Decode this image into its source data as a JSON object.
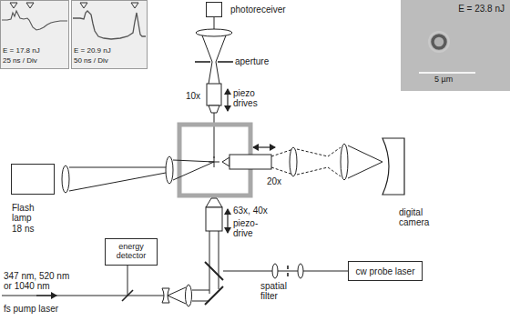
{
  "diagram": {
    "nodes": [
      {
        "text": [
          "E = 17.8 nJ",
          "25 ns / Div"
        ]
      },
      {
        "text": [
          "E = 20.9 nJ",
          "50 ns / Div"
        ]
      },
      {
        "text": [
          "photoreceiver"
        ]
      },
      {
        "text": [
          "E = 23.8 nJ",
          "5 µm"
        ]
      },
      {
        "text": [
          "Flash lamp",
          "18 ns"
        ]
      },
      {
        "text": [
          "digital camera"
        ]
      },
      {
        "text": [
          "energy detector"
        ]
      },
      {
        "text": [
          "cw probe laser"
        ]
      }
    ],
    "labels": [
      "aperture",
      "10x",
      "piezo drives",
      "20x",
      "63x, 40x",
      "piezo-drive",
      "spatial filter",
      "347 nm, 520 nm or 1040 nm",
      "fs pump laser"
    ]
  }
}
